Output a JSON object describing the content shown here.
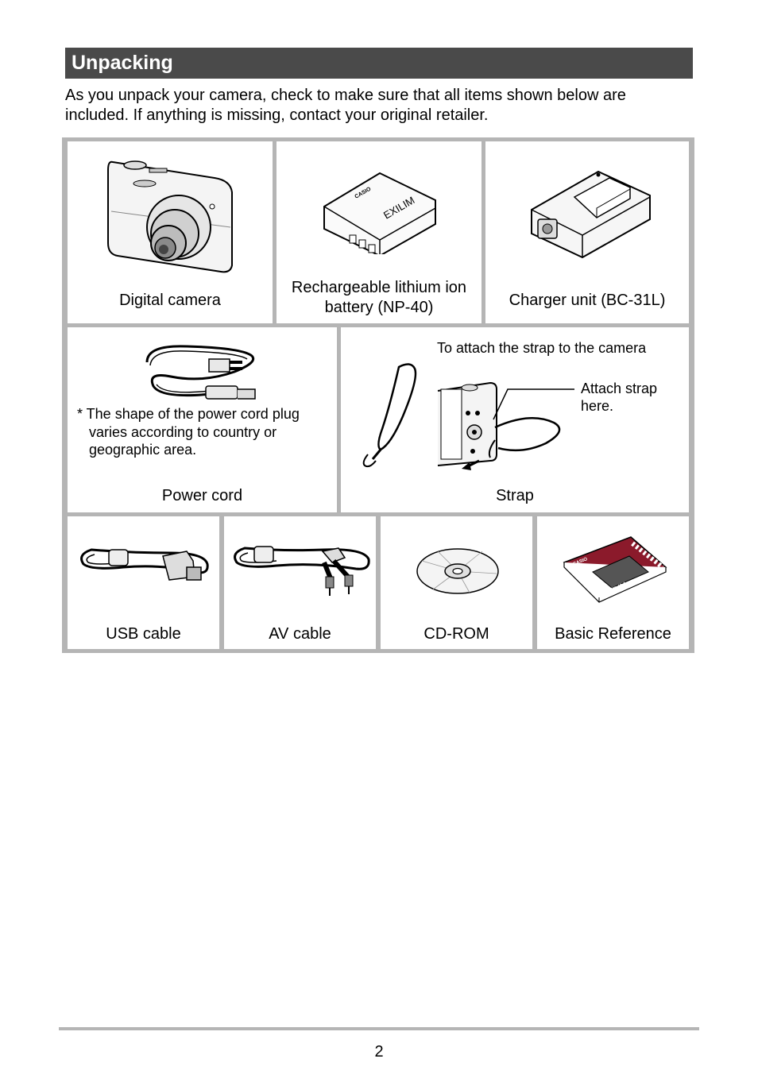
{
  "section": {
    "title": "Unpacking",
    "intro": "As you unpack your camera, check to make sure that all items shown below are included. If anything is missing, contact your original retailer."
  },
  "items": {
    "digital_camera": "Digital camera",
    "battery_line1": "Rechargeable lithium ion",
    "battery_line2": "battery (NP-40)",
    "charger": "Charger unit (BC-31L)",
    "power_cord": "Power cord",
    "power_cord_note_line1": "* The shape of the power cord plug",
    "power_cord_note_line2": "varies according to country or",
    "power_cord_note_line3": "geographic area.",
    "strap": "Strap",
    "strap_heading": "To attach the strap to the camera",
    "strap_callout_line1": "Attach strap",
    "strap_callout_line2": "here.",
    "usb_cable": "USB cable",
    "av_cable": "AV cable",
    "cd_rom": "CD-ROM",
    "basic_reference": "Basic Reference"
  },
  "logos": {
    "battery_brand": "CASIO",
    "battery_model": "EXILIM",
    "booklet_brand": "CASIO",
    "booklet_model": "EXILIM"
  },
  "colors": {
    "title_bar": "#4a4a4a",
    "grid_border": "#b5b5b5",
    "booklet_red": "#8b1a2b"
  },
  "footer": {
    "page_number": "2"
  }
}
